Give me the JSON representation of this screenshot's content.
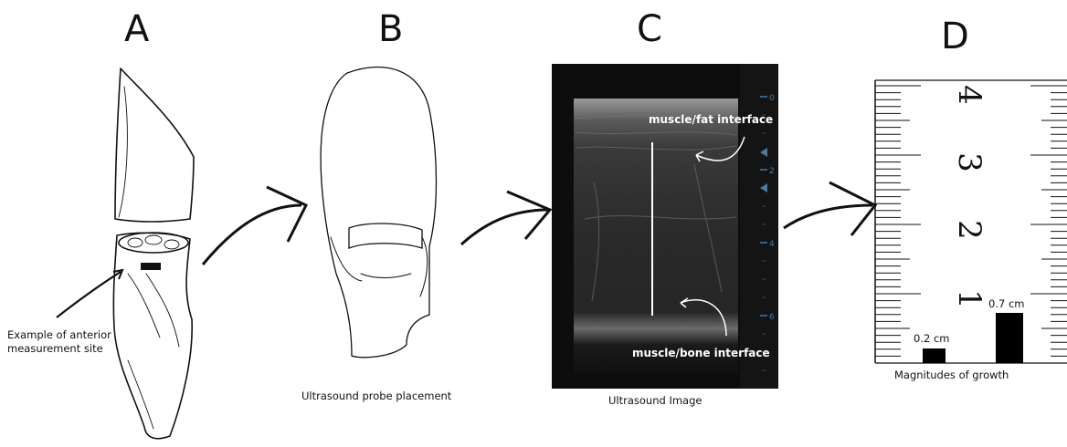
{
  "panels": {
    "a": {
      "letter": "A",
      "caption_line1": "Example of anterior",
      "caption_line2": "measurement site"
    },
    "b": {
      "letter": "B",
      "caption": "Ultrasound probe placement"
    },
    "c": {
      "letter": "C",
      "caption": "Ultrasound Image",
      "label_top": "muscle/fat interface",
      "label_bottom": "muscle/bone interface",
      "depth_ticks": [
        "0",
        "2",
        "4",
        "6"
      ]
    },
    "d": {
      "letter": "D",
      "caption": "Magnitudes of growth",
      "ruler_numbers": [
        "1",
        "2",
        "3",
        "4"
      ],
      "bars": [
        {
          "label": "0.2 cm",
          "value_cm": 0.2
        },
        {
          "label": "0.7 cm",
          "value_cm": 0.7
        }
      ]
    }
  }
}
